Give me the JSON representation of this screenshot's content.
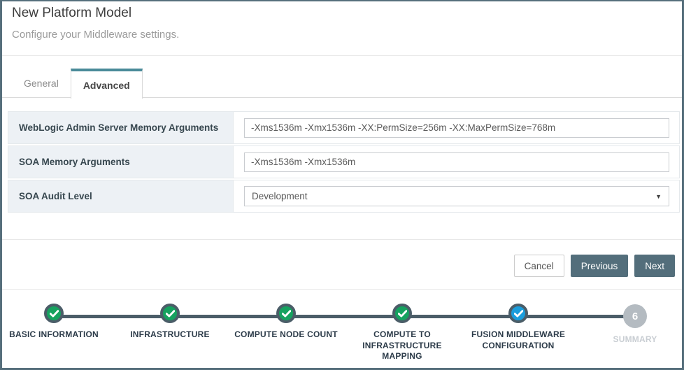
{
  "header": {
    "title": "New Platform Model",
    "subtitle": "Configure your Middleware settings."
  },
  "tabs": [
    {
      "label": "General",
      "active": false
    },
    {
      "label": "Advanced",
      "active": true
    }
  ],
  "form": {
    "fields": [
      {
        "label": "WebLogic Admin Server Memory Arguments",
        "type": "text",
        "value": "-Xms1536m -Xmx1536m -XX:PermSize=256m -XX:MaxPermSize=768m"
      },
      {
        "label": "SOA Memory Arguments",
        "type": "text",
        "value": "-Xms1536m -Xmx1536m"
      },
      {
        "label": "SOA Audit Level",
        "type": "select",
        "value": "Development"
      }
    ]
  },
  "actions": {
    "cancel": "Cancel",
    "previous": "Previous",
    "next": "Next"
  },
  "stepper": {
    "steps": [
      {
        "label": "BASIC INFORMATION",
        "state": "complete"
      },
      {
        "label": "INFRASTRUCTURE",
        "state": "complete"
      },
      {
        "label": "COMPUTE NODE COUNT",
        "state": "complete"
      },
      {
        "label": "COMPUTE TO INFRASTRUCTURE MAPPING",
        "state": "complete"
      },
      {
        "label": "FUSION MIDDLEWARE CONFIGURATION",
        "state": "current"
      },
      {
        "label": "SUMMARY",
        "state": "upcoming",
        "number": "6"
      }
    ]
  },
  "icons": {
    "check": "check-icon",
    "select_caret": "chevron-down-icon",
    "caret_glyph": "▼"
  },
  "colors": {
    "window_border": "#566f7c",
    "tab_accent_teal": "#4a8b99",
    "step_complete_green": "#16a25f",
    "step_current_blue": "#1a9ddc",
    "step_upcoming_gray": "#b4bbc1",
    "step_ring": "#4b5d68",
    "button_dark": "#536e7b",
    "label_cell_bg": "#edf1f5"
  }
}
